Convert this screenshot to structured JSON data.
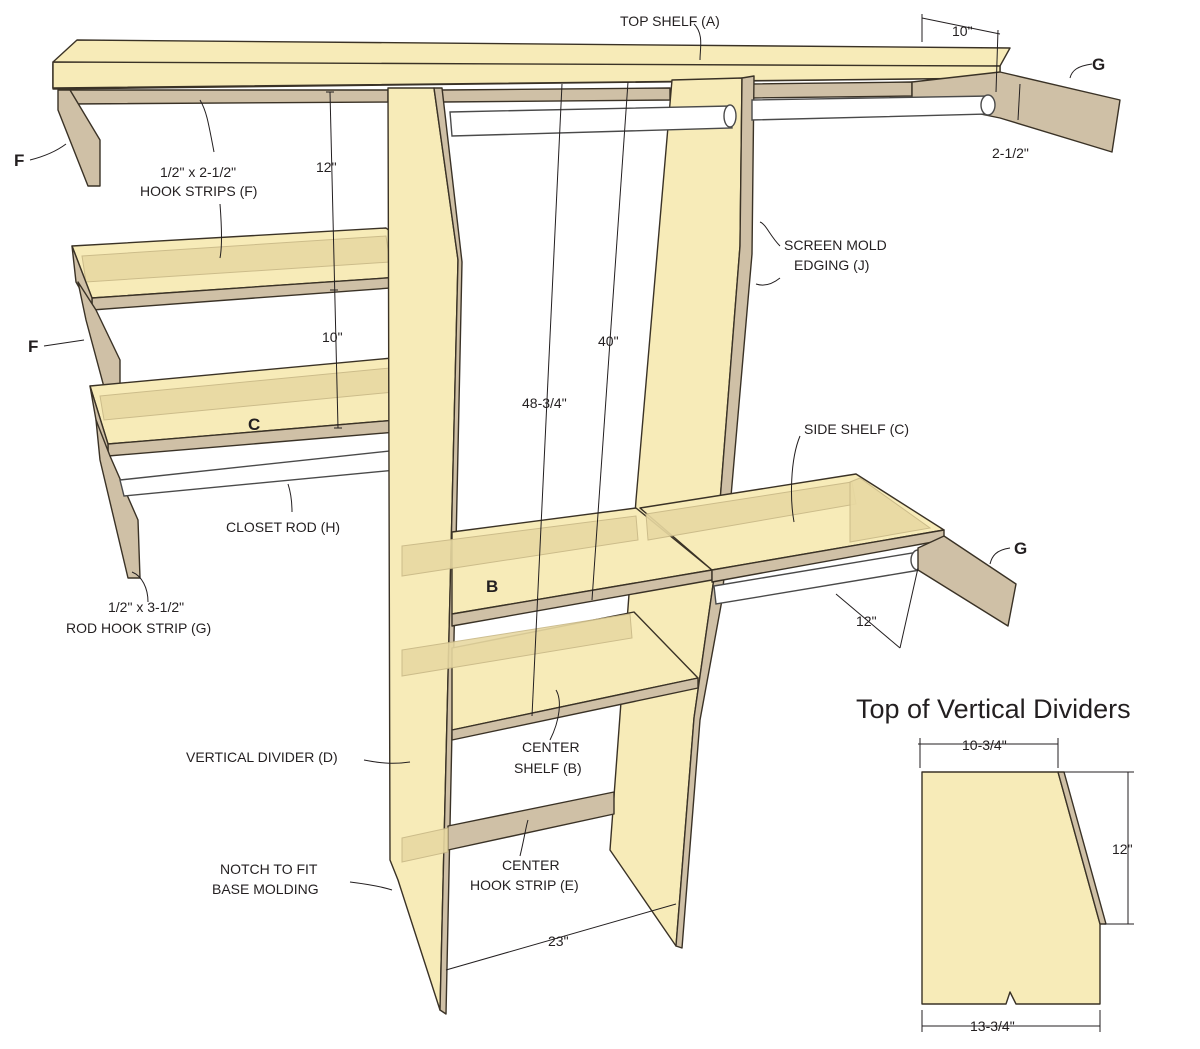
{
  "labels": {
    "top_shelf": "TOP SHELF (A)",
    "hook_strips_1": "1/2\" x 2-1/2\"",
    "hook_strips_2": "HOOK STRIPS (F)",
    "screen_mold_1": "SCREEN MOLD",
    "screen_mold_2": "EDGING (J)",
    "side_shelf": "SIDE SHELF (C)",
    "closet_rod": "CLOSET ROD (H)",
    "rod_hook_1": "1/2\" x 3-1/2\"",
    "rod_hook_2": "ROD HOOK STRIP (G)",
    "vertical_divider": "VERTICAL DIVIDER (D)",
    "center_shelf_1": "CENTER",
    "center_shelf_2": "SHELF (B)",
    "notch_1": "NOTCH TO FIT",
    "notch_2": "BASE MOLDING",
    "center_hook_1": "CENTER",
    "center_hook_2": "HOOK STRIP (E)"
  },
  "letters": {
    "f_top": "F",
    "f_mid": "F",
    "g_top": "G",
    "g_right": "G",
    "c": "C",
    "b": "B"
  },
  "dimensions": {
    "d10_top": "10\"",
    "d2_5": "2-1/2\"",
    "d12_left": "12\"",
    "d10_left": "10\"",
    "d48_75": "48-3/4\"",
    "d40": "40\"",
    "d12_right": "12\"",
    "d23": "23\""
  },
  "inset": {
    "title": "Top of Vertical Dividers",
    "top_width": "10-3/4\"",
    "height": "12\"",
    "bottom_width": "13-3/4\""
  },
  "colors": {
    "wood": "#f7ebb8",
    "edge": "#cfc0a6",
    "rod": "#ffffff"
  }
}
